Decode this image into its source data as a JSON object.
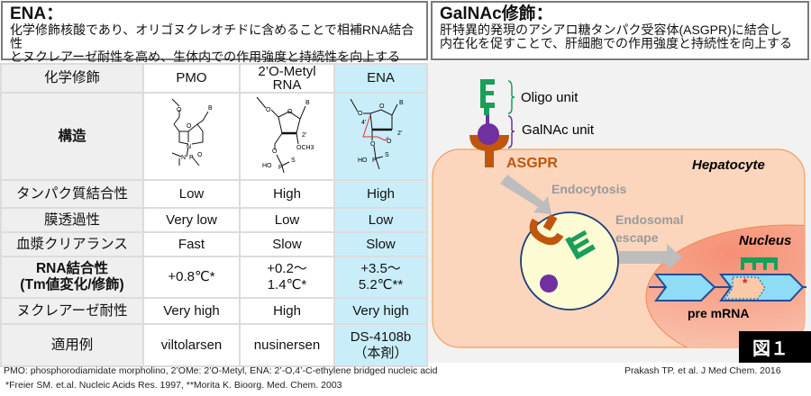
{
  "left_box": {
    "title": "ENA：",
    "lines": [
      "化学修飾核酸であり、オリゴヌクレオチドに含めることで相補RNA結合性",
      "とヌクレアーゼ耐性を高め、生体内での作用強度と持続性を向上する"
    ]
  },
  "right_box": {
    "title": "GalNAc修飾：",
    "lines": [
      "肝特異的発現のアシアロ糖タンパク受容体(ASGPR)に結合し",
      "内在化を促すことで、肝細胞での作用強度と持続性を向上する"
    ]
  },
  "table": {
    "header": {
      "label": "化学修飾",
      "pmo": "PMO",
      "ome_1": "2’O-Metyl",
      "ome_2": "RNA",
      "ena": "ENA"
    },
    "structure_label": "構造",
    "structure_atoms": {
      "o": "O",
      "b": "B",
      "n": "N",
      "p": "P",
      "ho": "HO",
      "s": "S",
      "och3": "OCH3",
      "two": "2'",
      "four": "4'"
    },
    "rows": [
      {
        "label": "タンパク質結合性",
        "pmo": "Low",
        "ome": "High",
        "ena": "High"
      },
      {
        "label": "膜透過性",
        "pmo": "Very low",
        "ome": "Low",
        "ena": "Low"
      },
      {
        "label": "血漿クリアランス",
        "pmo": "Fast",
        "ome": "Slow",
        "ena": "Slow"
      },
      {
        "label_1": "RNA結合性",
        "label_2": "(Tm値変化/修飾)",
        "pmo": "+0.8℃*",
        "ome_1": "+0.2～",
        "ome_2": "1.4℃*",
        "ena_1": "+3.5～",
        "ena_2": "5.2℃**"
      },
      {
        "label": "ヌクレアーゼ耐性",
        "pmo": "Very high",
        "ome": "High",
        "ena": "Very high"
      },
      {
        "label": "適用例",
        "pmo": "viltolarsen",
        "ome": "nusinersen",
        "ena_1": "DS-4108b",
        "ena_2": "（本剤）"
      }
    ]
  },
  "diagram": {
    "oligo_unit": "Oligo unit",
    "galnac_unit": "GalNAc unit",
    "asgpr": "ASGPR",
    "hepatocyte": "Hepatocyte",
    "endocytosis": "Endocytosis",
    "endosomal_1": "Endosomal",
    "endosomal_2": "escape",
    "nucleus": "Nucleus",
    "pre_mrna": "pre mRNA",
    "figure_label": "図１",
    "colors": {
      "oligo": "#1a9e5a",
      "galnac": "#7030a0",
      "asgpr": "#c0560e",
      "cell": "#fbd6bd",
      "nucleus": "#f6a98c",
      "endosome": "#fdfbd3",
      "exon": "#8edcf5"
    }
  },
  "footnotes": {
    "line1": "PMO: phosphorodiamidate morpholino, 2’OMe: 2’O-Metyl, ENA: 2’-O,4’-C-ethylene bridged nucleic acid",
    "line2": "*Freier SM. et.al. Nucleic Acids Res. 1997, **Morita K. Bioorg. Med. Chem. 2003",
    "citation": "Prakash TP. et al. J Med Chem. 2016"
  }
}
